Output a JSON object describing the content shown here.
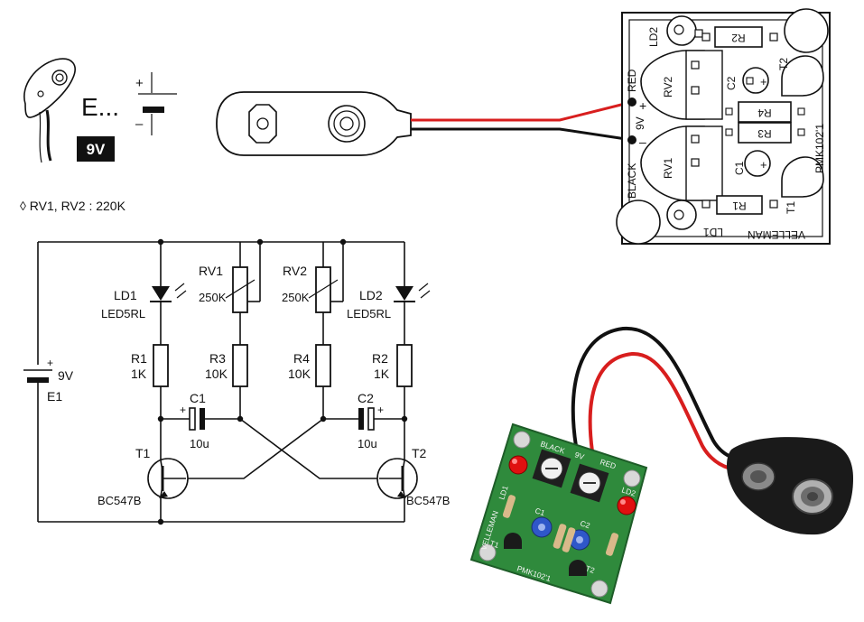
{
  "battery_symbol": {
    "label": "E...",
    "voltage_badge": "9V",
    "plus": "+",
    "minus": "–"
  },
  "note": "◊ RV1, RV2 : 220K",
  "pcb_layout": {
    "wire_red_label": "RED",
    "wire_black_label": "BLACK",
    "voltage_label": "9V",
    "plus": "+",
    "minus": "–",
    "parts": [
      "LD2",
      "R2",
      "RV2",
      "C2",
      "T2",
      "R4",
      "R3",
      "RV1",
      "C1",
      "R1",
      "T1",
      "LD1"
    ],
    "board_code": "PMK102'1",
    "brand": "VELLEMAN"
  },
  "schematic": {
    "battery": {
      "ref": "E1",
      "value": "9V",
      "plus": "+"
    },
    "ld1": {
      "ref": "LD1",
      "type": "LED5RL"
    },
    "ld2": {
      "ref": "LD2",
      "type": "LED5RL"
    },
    "rv1": {
      "ref": "RV1",
      "value": "250K"
    },
    "rv2": {
      "ref": "RV2",
      "value": "250K"
    },
    "r1": {
      "ref": "R1",
      "value": "1K"
    },
    "r2": {
      "ref": "R2",
      "value": "1K"
    },
    "r3": {
      "ref": "R3",
      "value": "10K"
    },
    "r4": {
      "ref": "R4",
      "value": "10K"
    },
    "c1": {
      "ref": "C1",
      "value": "10u",
      "plus": "+"
    },
    "c2": {
      "ref": "C2",
      "value": "10u",
      "plus": "+"
    },
    "t1": {
      "ref": "T1",
      "type": "BC547B"
    },
    "t2": {
      "ref": "T2",
      "type": "BC547B"
    }
  },
  "photo_labels": {
    "black": "BLACK",
    "volt": "9V",
    "red": "RED",
    "ld1": "LD1",
    "ld2": "LD2",
    "c1": "C1",
    "c2": "C2",
    "t1": "T1",
    "t2": "T2",
    "brand": "VELLEMAN",
    "code": "PMK102'1"
  },
  "colors": {
    "red_wire": "#d81e1e",
    "black_wire": "#111111",
    "pcb_green": "#2f8a3c",
    "led_red": "#e01010",
    "pot_blue": "#2f57c9"
  }
}
